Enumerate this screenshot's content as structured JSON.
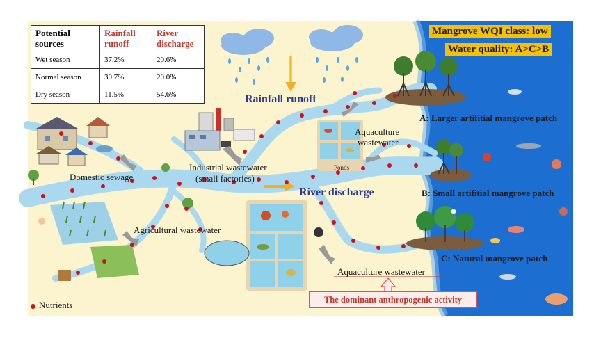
{
  "table": {
    "headers": [
      "Potential sources",
      "Rainfall runoff",
      "River discharge"
    ],
    "rows": [
      {
        "season": "Wet season",
        "rainfall": "37.2%",
        "river": "20.6%"
      },
      {
        "season": "Normal season",
        "rainfall": "30.7%",
        "river": "20.0%"
      },
      {
        "season": "Dry season",
        "rainfall": "11.5%",
        "river": "54.6%"
      }
    ]
  },
  "badges": {
    "wqi": "Mangrove WQI class: low",
    "quality": "Water quality: A>C>B"
  },
  "flows": {
    "rainfall": "Rainfall runoff",
    "river": "River discharge"
  },
  "sources": {
    "domestic": "Domestic sewage",
    "industrial_1": "Industrial wastewater",
    "industrial_2": "(small factories)",
    "agricultural": "Agricultural wastewater",
    "aquaculture_top_1": "Aquaculture",
    "aquaculture_top_2": "wastewater",
    "ponds": "Ponds",
    "aquaculture_bottom": "Aquaculture wastewater",
    "dominant": "The dominant anthropogenic activity"
  },
  "patches": {
    "a": "A: Larger artifitial mangrove patch",
    "b": "B: Small artifitial mangrove patch",
    "c": "C: Natural mangrove patch"
  },
  "legend": {
    "nutrients": "Nutrients"
  },
  "colors": {
    "river": "#a9d8ef",
    "sea": "#1c6fd1",
    "land": "#fbf4cf",
    "nutrient": "#d0101b",
    "badge": "#f6c200",
    "highlight": "#c0392b"
  }
}
